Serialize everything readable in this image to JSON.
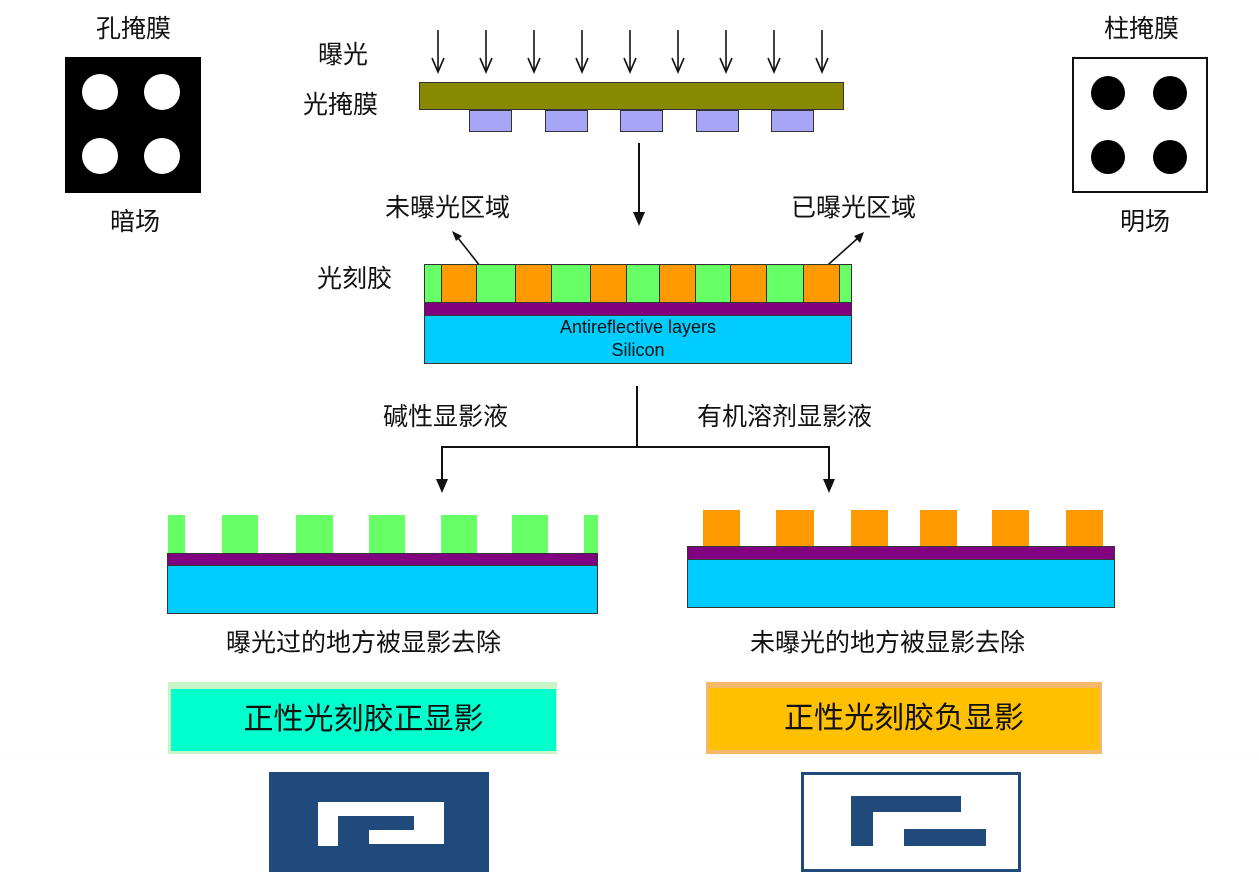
{
  "top_left": {
    "title": "孔掩膜",
    "caption": "暗场"
  },
  "top_right": {
    "title": "柱掩膜",
    "caption": "明场"
  },
  "exposure": {
    "label": "曝光"
  },
  "photomask": {
    "label": "光掩膜"
  },
  "photoresist": {
    "label": "光刻胶",
    "unexposed_label": "未曝光区域",
    "exposed_label": "已曝光区域"
  },
  "stack": {
    "layer1": "Antireflective layers",
    "layer2": "Silicon"
  },
  "developers": {
    "left": "碱性显影液",
    "right": "有机溶剂显影液"
  },
  "results": {
    "left_caption": "曝光过的地方被显影去除",
    "right_caption": "未曝光的地方被显影去除"
  },
  "banners": {
    "left": "正性光刻胶正显影",
    "right": "正性光刻胶负显影"
  },
  "colors": {
    "mask_bar": "#878a00",
    "mask_pads": "#a7a5f5",
    "resist_green": "#66ff66",
    "resist_orange": "#ff9900",
    "antireflective": "#800080",
    "silicon": "#00ccff",
    "banner_left": "#00ffcc",
    "banner_right": "#ffc000",
    "logo_blue": "#214a7c"
  }
}
